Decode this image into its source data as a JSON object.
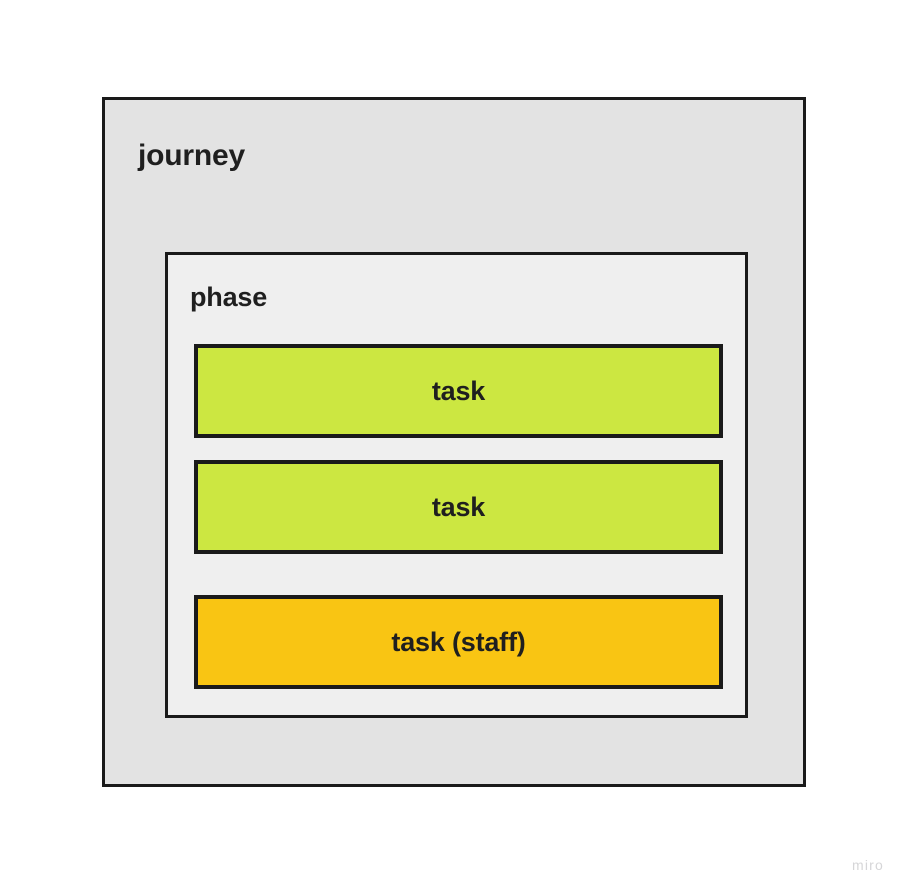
{
  "canvas": {
    "background_color": "#ffffff",
    "watermark": "miro"
  },
  "journey": {
    "label": "journey",
    "background_color": "#e3e3e3",
    "border_color": "#1a1a1a",
    "phase": {
      "label": "phase",
      "background_color": "#efefef",
      "border_color": "#1a1a1a",
      "tasks": [
        {
          "label": "task",
          "fill_color": "#cce741",
          "border_color": "#1a1a1a",
          "kind": "task"
        },
        {
          "label": "task",
          "fill_color": "#cce741",
          "border_color": "#1a1a1a",
          "kind": "task"
        },
        {
          "label": "task (staff)",
          "fill_color": "#f9c513",
          "border_color": "#1a1a1a",
          "kind": "task-staff"
        }
      ]
    }
  }
}
